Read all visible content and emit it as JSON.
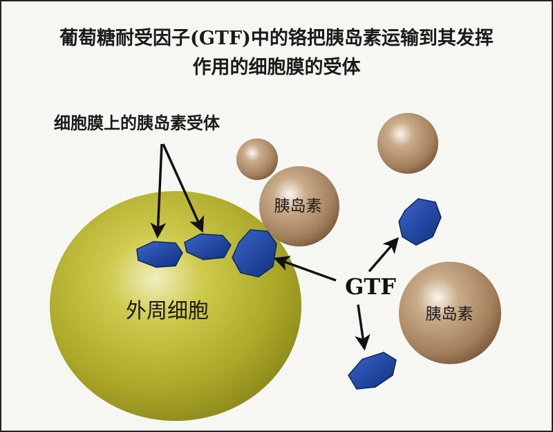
{
  "title": {
    "line1": "葡萄糖耐受因子(GTF)中的铬把胰岛素运输到其发挥",
    "line2": "作用的细胞膜的受体"
  },
  "receptor_label": "细胞膜上的胰岛素受体",
  "cell_label": "外周细胞",
  "insulin_label": "胰岛素",
  "gtf_label": "GTF",
  "colors": {
    "cell": "#b7b32b",
    "insulin": "#b08e6a",
    "receptor": "#1d47a5",
    "background": "#f6f6f3"
  }
}
